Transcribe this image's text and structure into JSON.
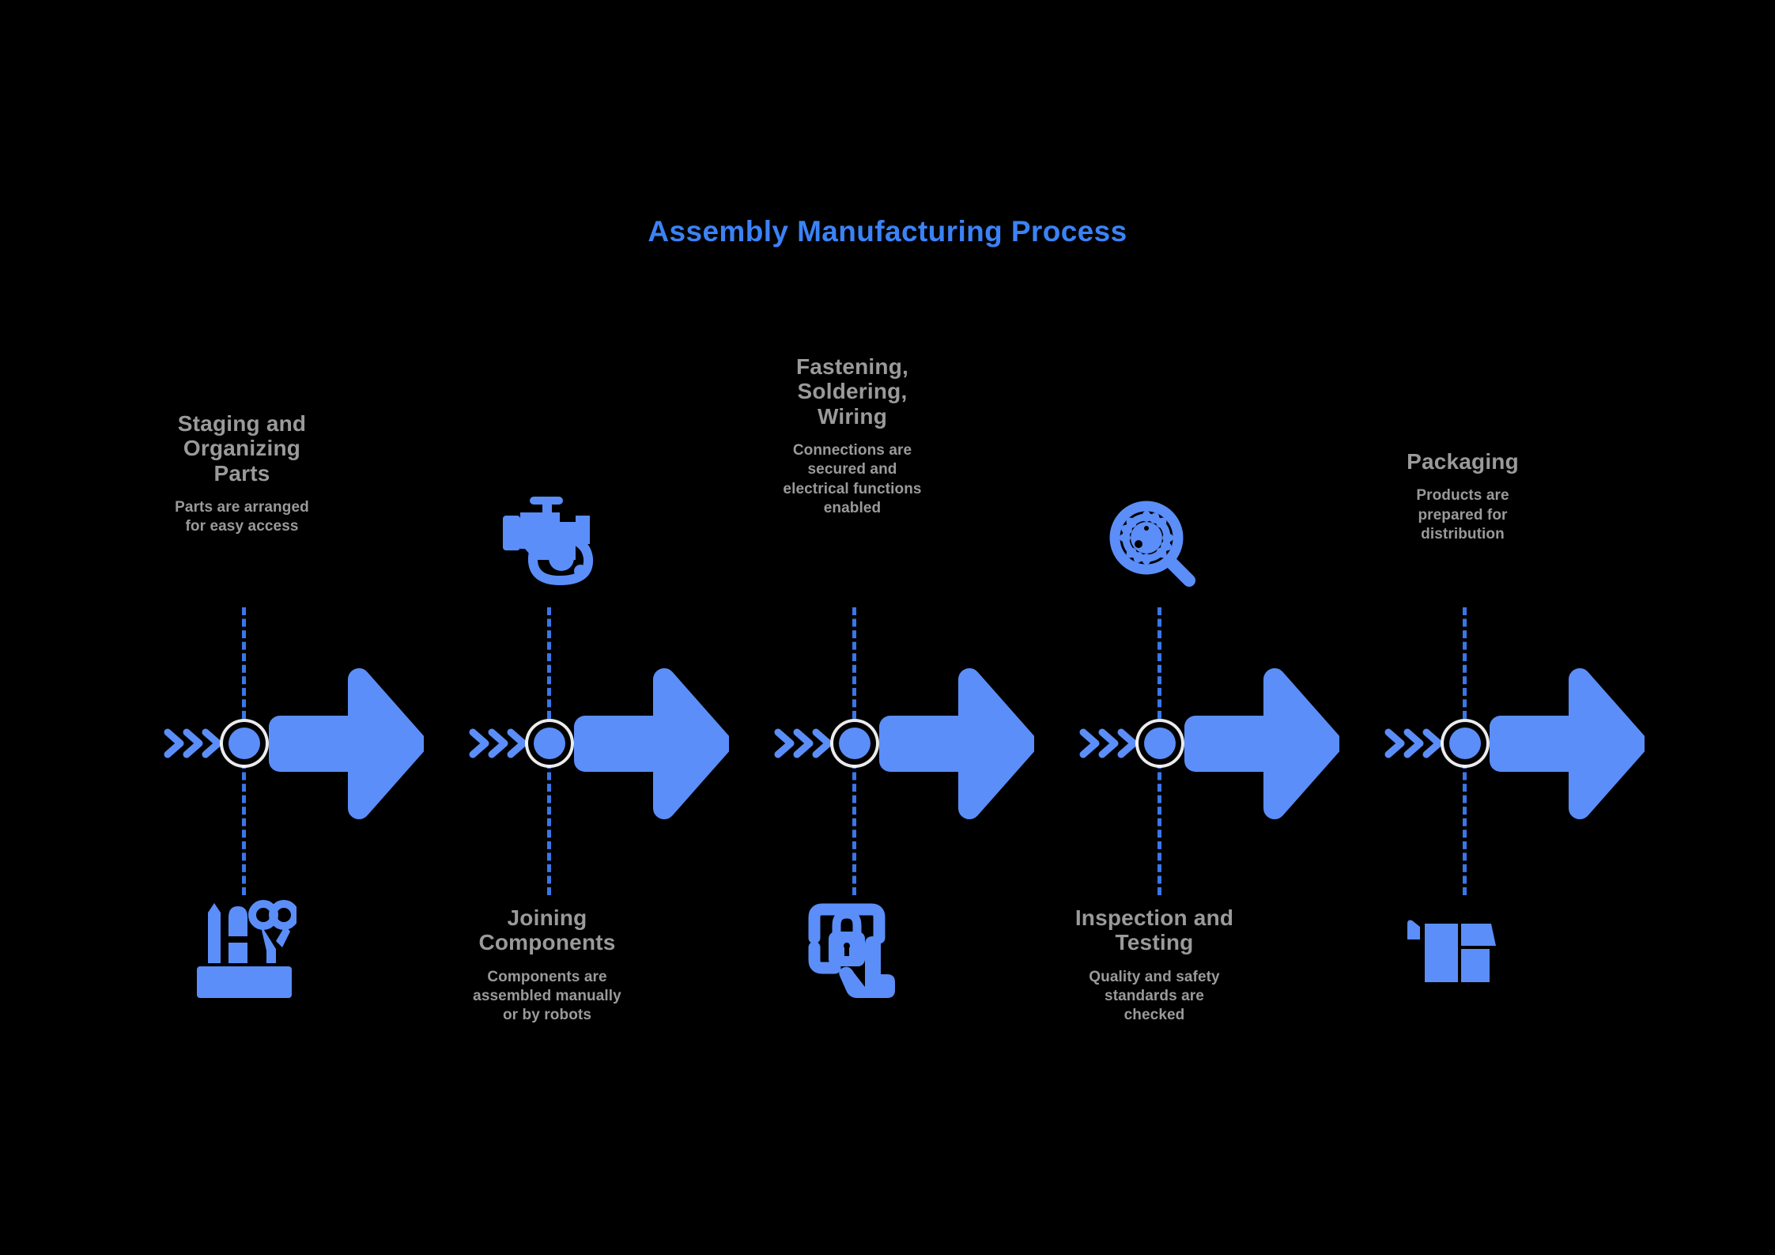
{
  "page": {
    "background_color": "#000000",
    "accent_color": "#5b8ef8",
    "title_color": "#3b82f6",
    "text_color": "#9a9a9a",
    "dash_color": "#3b76e8"
  },
  "header": {
    "title": "Assembly Manufacturing Process"
  },
  "chart_data": {
    "type": "diagram",
    "subtype": "horizontal-process-timeline",
    "title": "Assembly Manufacturing Process",
    "orientation": "left-to-right",
    "step_count": 5,
    "connector": "dashed-vertical-line-to-arrow-node",
    "steps": [
      {
        "index": 1,
        "title": "Staging and Organizing Parts",
        "description": "Parts are arranged for easy access",
        "text_position": "above",
        "icon_position": "below",
        "icon": "toolbox-supplies-icon"
      },
      {
        "index": 2,
        "title": "Joining Components",
        "description": "Components are assembled manually or by robots",
        "text_position": "below",
        "icon_position": "above",
        "icon": "engine-motor-icon"
      },
      {
        "index": 3,
        "title": "Fastening, Soldering, Wiring",
        "description": "Connections are secured and electrical functions enabled",
        "text_position": "above",
        "icon_position": "below",
        "icon": "secure-lock-hand-icon"
      },
      {
        "index": 4,
        "title": "Inspection and Testing",
        "description": "Quality and safety standards are checked",
        "text_position": "below",
        "icon_position": "above",
        "icon": "magnifier-gear-inspection-icon"
      },
      {
        "index": 5,
        "title": "Packaging",
        "description": "Products are prepared for distribution",
        "text_position": "above",
        "icon_position": "below",
        "icon": "open-box-package-icon"
      }
    ],
    "arrow_units": 5,
    "legend": null,
    "axes": null
  },
  "steps": [
    {
      "title_line1": "Staging and",
      "title_line2": "Organizing",
      "title_line3": "Parts",
      "desc_line1": "Parts are arranged",
      "desc_line2": "for easy access"
    },
    {
      "title_line1": "Joining",
      "title_line2": "Components",
      "title_line3": "",
      "desc_line1": "Components are",
      "desc_line2": "assembled manually",
      "desc_line3": "or by robots"
    },
    {
      "title_line1": "Fastening,",
      "title_line2": "Soldering,",
      "title_line3": "Wiring",
      "desc_line1": "Connections are",
      "desc_line2": "secured and",
      "desc_line3": "electrical functions",
      "desc_line4": "enabled"
    },
    {
      "title_line1": "Inspection and",
      "title_line2": "Testing",
      "title_line3": "",
      "desc_line1": "Quality and safety",
      "desc_line2": "standards are",
      "desc_line3": "checked"
    },
    {
      "title_line1": "Packaging",
      "title_line2": "",
      "title_line3": "",
      "desc_line1": "Products are",
      "desc_line2": "prepared for",
      "desc_line3": "distribution"
    }
  ]
}
